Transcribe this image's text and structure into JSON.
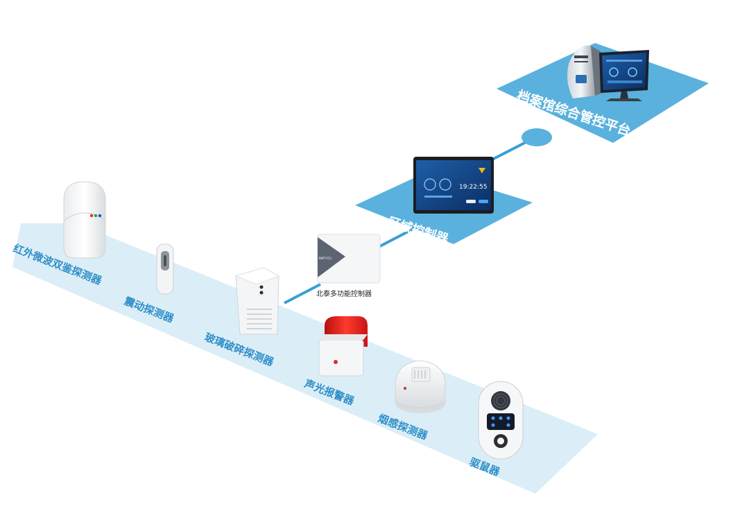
{
  "platform": {
    "label": "档案馆综合管控平台"
  },
  "region_controller": {
    "label": "区域控制器",
    "screen_time": "19:22:55"
  },
  "multi_controller": {
    "label": "北泰多功能控制器"
  },
  "devices": [
    {
      "label": "红外微波双鉴探测器"
    },
    {
      "label": "震动探测器"
    },
    {
      "label": "玻璃破碎探测器"
    },
    {
      "label": "声光报警器"
    },
    {
      "label": "烟感探测器"
    },
    {
      "label": "驱鼠器"
    }
  ],
  "colors": {
    "platform_blue": "#5ab1dd",
    "floor_blue": "#dbeef7",
    "line_blue": "#3a9fd4",
    "label_blue": "#2f8fc8",
    "alarm_red": "#e02020"
  }
}
